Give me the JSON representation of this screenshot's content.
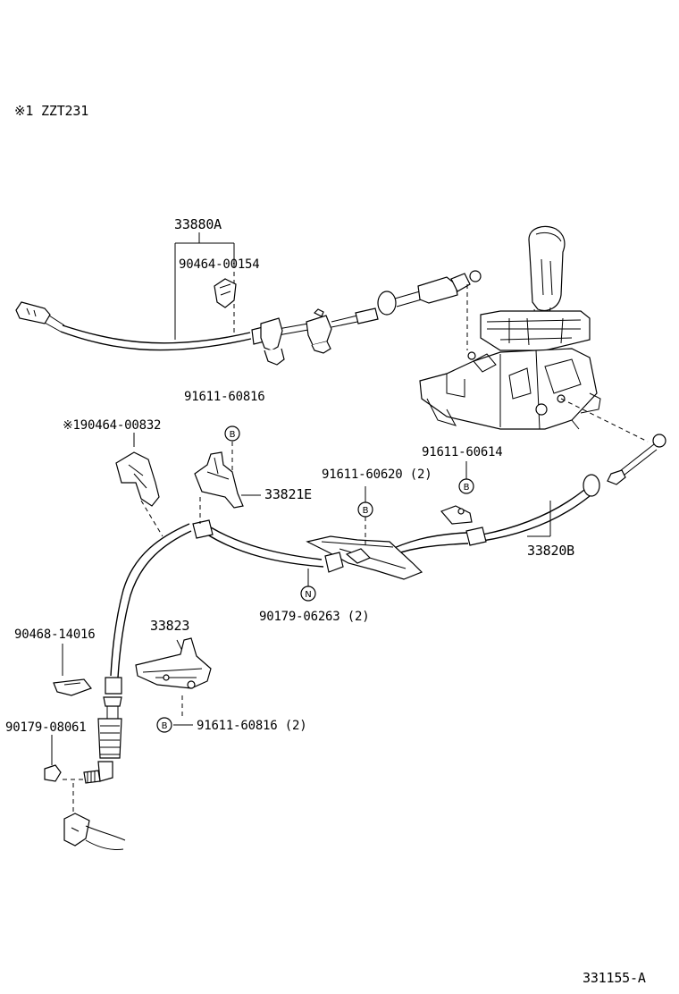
{
  "note": {
    "mark": "※1",
    "model": "ZZT231"
  },
  "callouts": {
    "cable_assembly_upper": "33880A",
    "clamp_upper": "90464-00154",
    "bolt_bracket": "91611-60816",
    "clamp_lower": "※190464-00832",
    "bracket_upper": "33821E",
    "bolt_center": "91611-60620 (2)",
    "bolt_right": "91611-60614",
    "cable_assembly_lower": "33820B",
    "nut_center": "90179-06263 (2)",
    "bracket_lower": "33823",
    "clip": "90468-14016",
    "nut_lower": "90179-08061",
    "bolt_lower": "91611-60816 (2)"
  },
  "symbols": {
    "bolt_marker": "B",
    "nut_marker": "N"
  },
  "figure_code": "331155-A"
}
